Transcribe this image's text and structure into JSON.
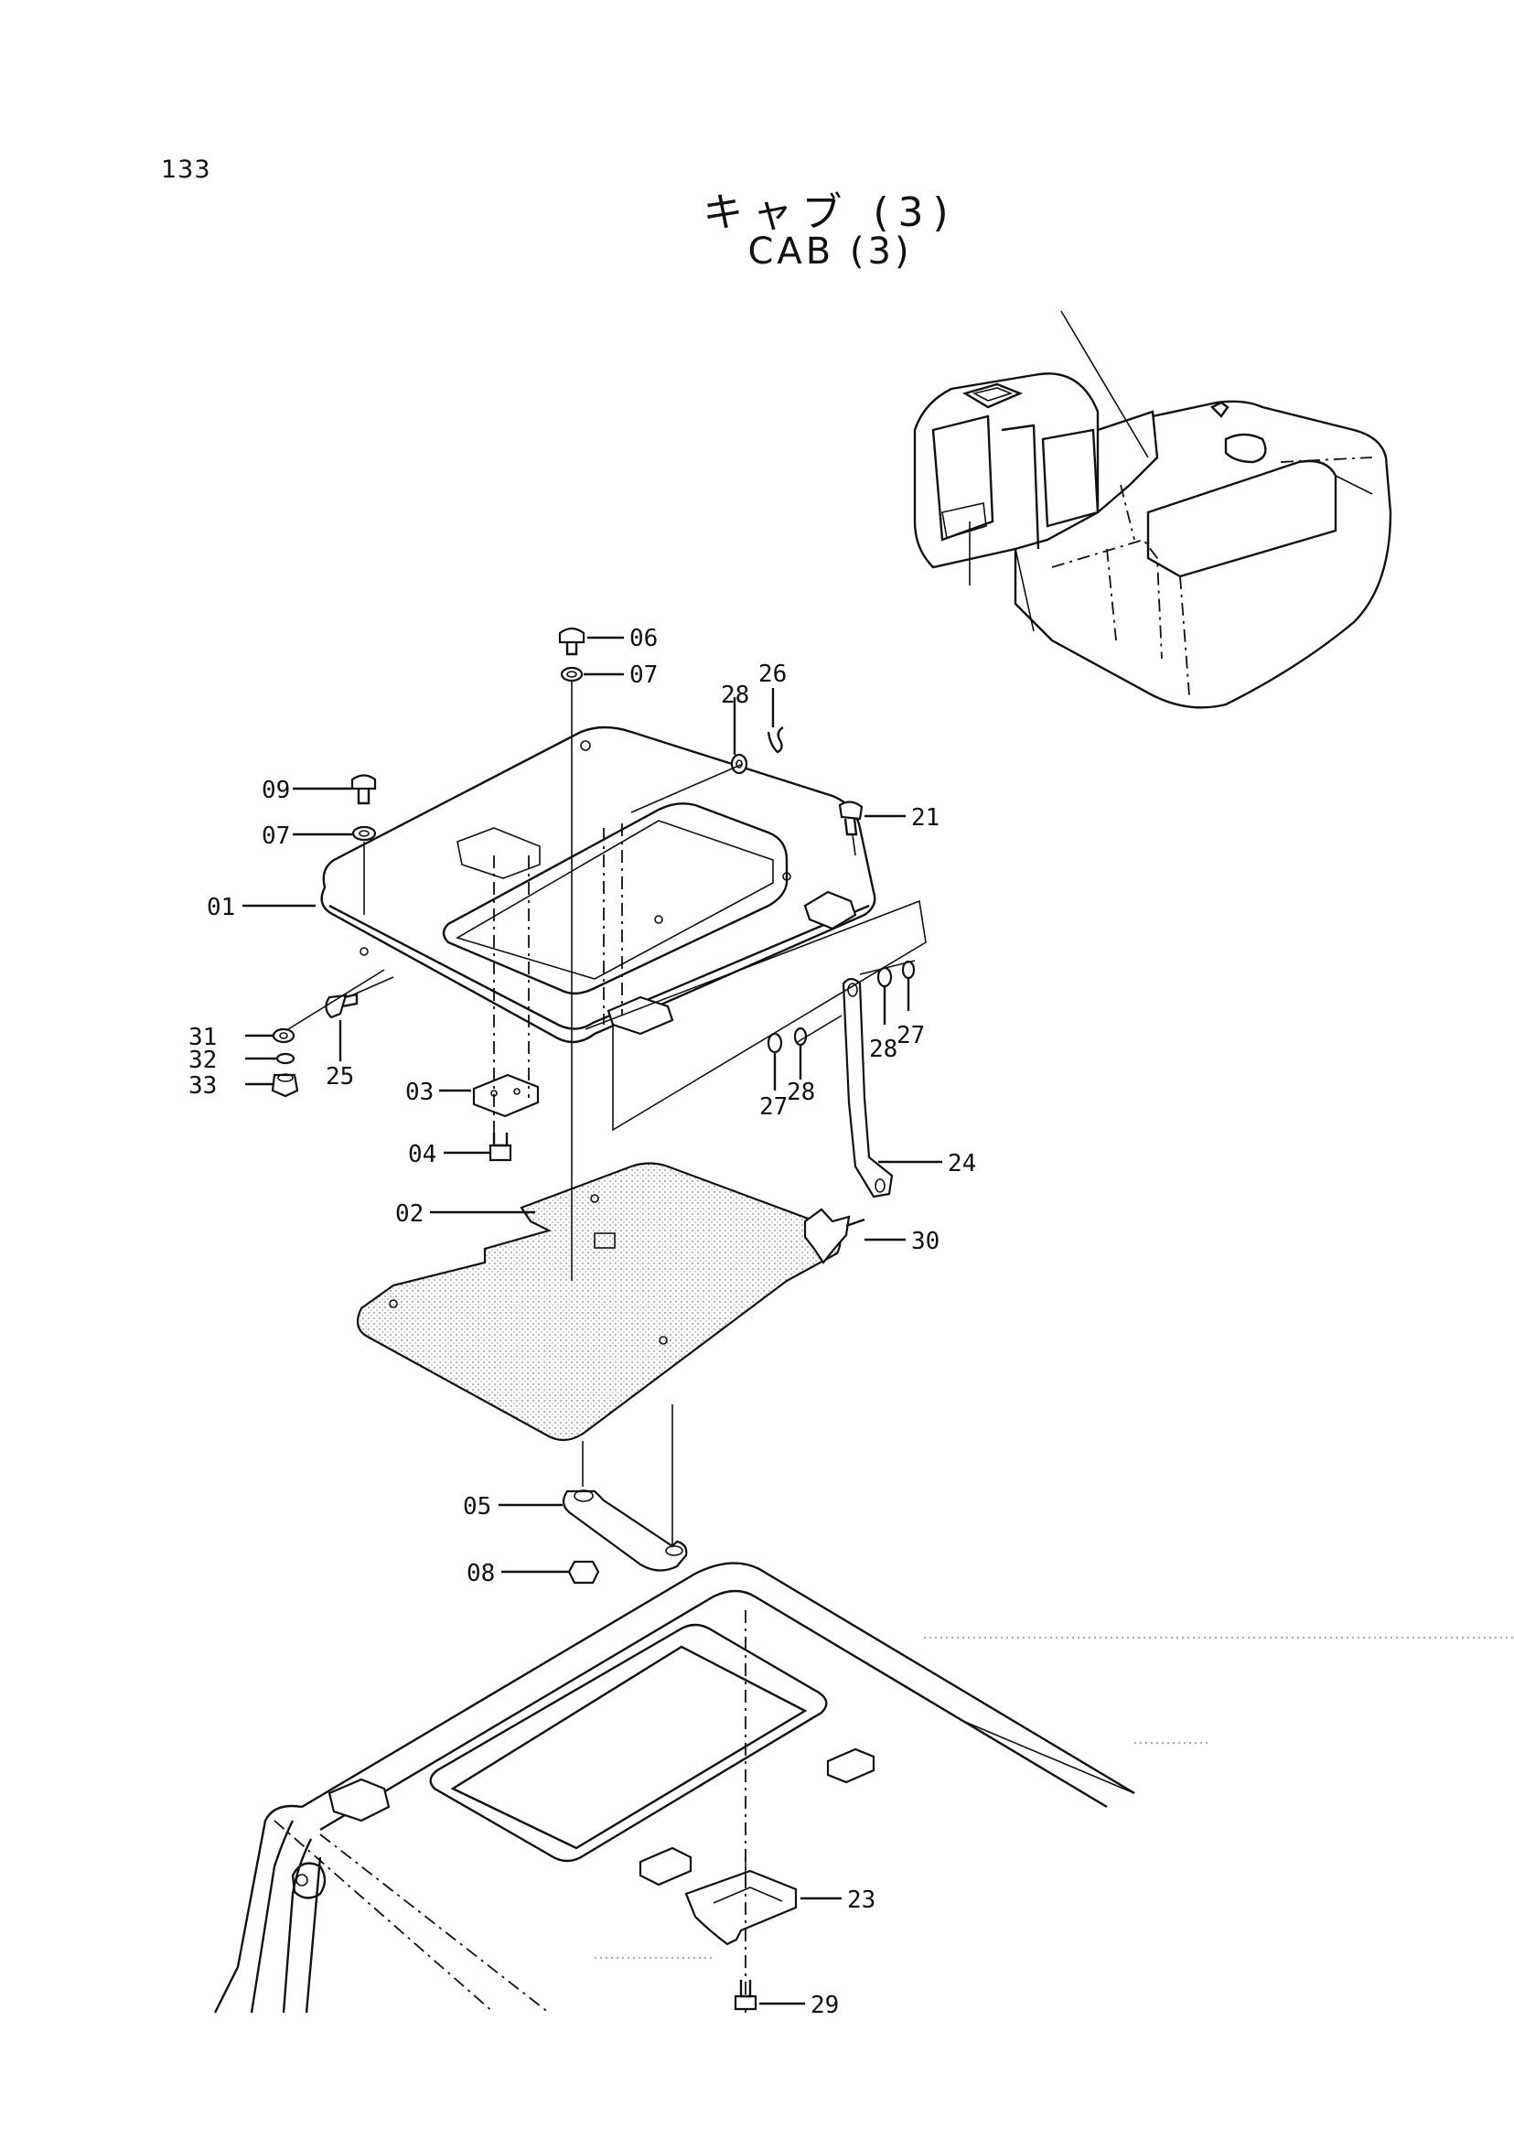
{
  "page": {
    "number": "133"
  },
  "title": {
    "japanese": "キャブ (3)",
    "english": "CAB (3)"
  },
  "parts": [
    {
      "id": "p01",
      "label": "01"
    },
    {
      "id": "p02",
      "label": "02"
    },
    {
      "id": "p03",
      "label": "03"
    },
    {
      "id": "p04",
      "label": "04"
    },
    {
      "id": "p05",
      "label": "05"
    },
    {
      "id": "p06",
      "label": "06"
    },
    {
      "id": "p07a",
      "label": "07"
    },
    {
      "id": "p07b",
      "label": "07"
    },
    {
      "id": "p08",
      "label": "08"
    },
    {
      "id": "p09",
      "label": "09"
    },
    {
      "id": "p21",
      "label": "21"
    },
    {
      "id": "p23",
      "label": "23"
    },
    {
      "id": "p24",
      "label": "24"
    },
    {
      "id": "p25",
      "label": "25"
    },
    {
      "id": "p26",
      "label": "26"
    },
    {
      "id": "p27a",
      "label": "27"
    },
    {
      "id": "p27b",
      "label": "27"
    },
    {
      "id": "p28a",
      "label": "28"
    },
    {
      "id": "p28b",
      "label": "28"
    },
    {
      "id": "p28c",
      "label": "28"
    },
    {
      "id": "p29",
      "label": "29"
    },
    {
      "id": "p30",
      "label": "30"
    },
    {
      "id": "p31",
      "label": "31"
    },
    {
      "id": "p32",
      "label": "32"
    },
    {
      "id": "p33",
      "label": "33"
    }
  ]
}
